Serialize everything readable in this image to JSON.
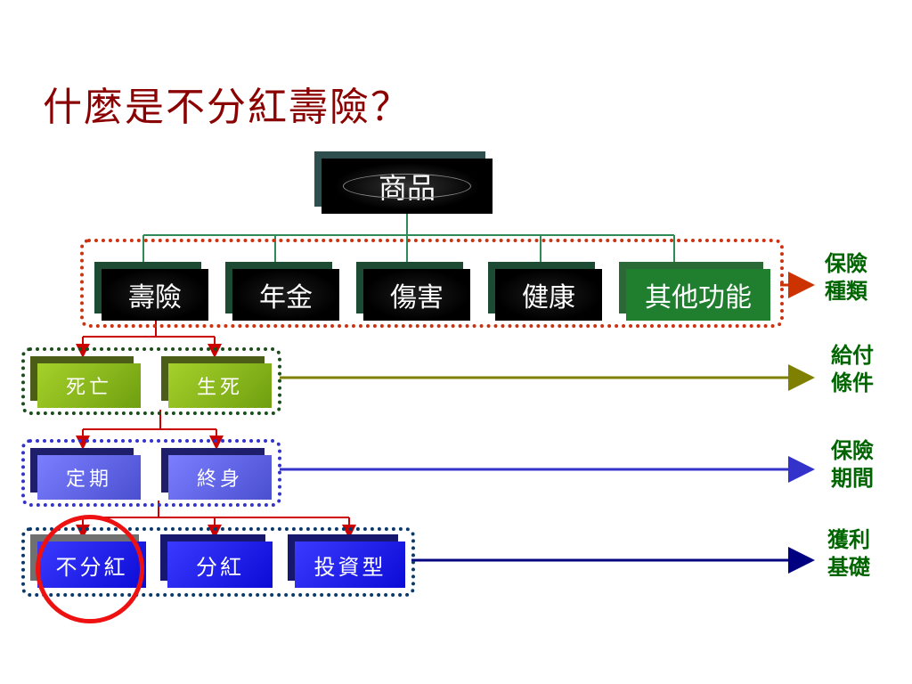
{
  "title": "什麼是不分紅壽險？",
  "root": "商品",
  "categories": [
    "壽險",
    "年金",
    "傷害",
    "健康",
    "其他功能"
  ],
  "conditions": [
    "死亡",
    "生死"
  ],
  "periods": [
    "定期",
    "終身"
  ],
  "profit": [
    "不分紅",
    "分紅",
    "投資型"
  ],
  "labels": {
    "type": [
      "保險",
      "種類"
    ],
    "payment": [
      "給付",
      "條件"
    ],
    "term": [
      "保險",
      "期間"
    ],
    "profit": [
      "獲利",
      "基礎"
    ]
  },
  "colors": {
    "title": "#8b0000",
    "type_arrow": "#cc3300",
    "payment_arrow": "#808000",
    "term_arrow": "#3333cc",
    "profit_arrow": "#000080",
    "highlight": "#ee1111"
  }
}
